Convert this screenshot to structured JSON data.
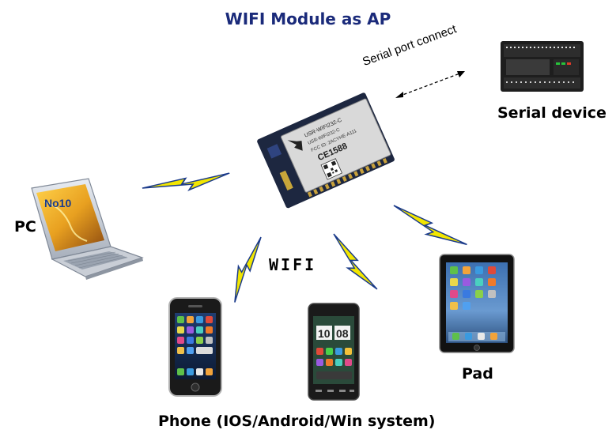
{
  "title": "WIFI Module as AP",
  "colors": {
    "title": "#1a2a7a",
    "lightning_fill": "#f2e600",
    "lightning_stroke": "#1b3b8b",
    "module_body": "#d9d9d9",
    "module_board": "#1d2740",
    "serial_device": "#1e1e1e"
  },
  "labels": {
    "serial_connect": "Serial port connect",
    "serial_device": "Serial device",
    "pc": "PC",
    "wifi": "WIFI",
    "pad": "Pad",
    "phone": "Phone (IOS/Android/Win system)"
  },
  "module": {
    "line1": "USR-WIFI232-C",
    "line2": "USR-WIFI232-C",
    "line3": "FCC ID: 2ACYHE-A111",
    "cert": "CE1588",
    "logo": "logo-icon"
  },
  "icons": [
    "wifi-module-icon",
    "serial-device-icon",
    "laptop-icon",
    "smartphone-iphone-icon",
    "smartphone-android-icon",
    "tablet-icon",
    "lightning-icon",
    "double-arrow-icon"
  ]
}
